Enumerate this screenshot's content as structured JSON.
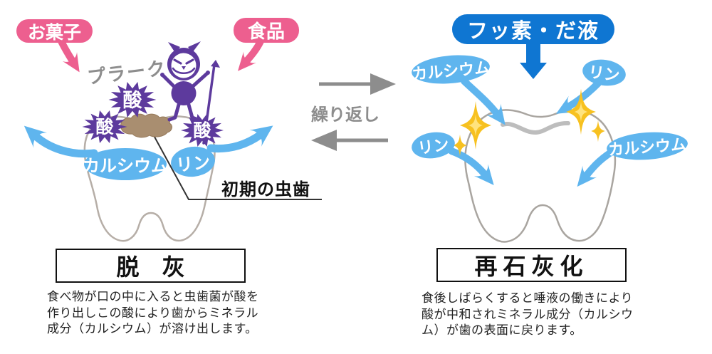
{
  "left_panel": {
    "sweets_bubble": "お菓子",
    "food_bubble": "食品",
    "plaque_label": "プラーク",
    "acid_label": "酸",
    "calcium_label": "カルシウム",
    "phosphorus_label": "リン",
    "early_cavity_label": "初期の虫歯",
    "title": "脱　灰",
    "description": "食べ物が口の中に入ると虫歯菌が酸を\n作り出しこの酸により歯からミネラル\n成分（カルシウム）が溶け出します。"
  },
  "center": {
    "repeat_label": "繰り返し"
  },
  "right_panel": {
    "fluoride_saliva_label": "フッ素・だ液",
    "calcium_top_label": "カルシウム",
    "phosphorus_top_label": "リン",
    "phosphorus_left_label": "リン",
    "calcium_right_label": "カルシウム",
    "title": "再石灰化",
    "description": "食後しばらくすると唾液の働きにより\n酸が中和されミネラル成分（カルシウ\nム）が歯の表面に戻ります。"
  },
  "icons": {
    "cavity_germ": "devil-character",
    "acid_burst": "starburst-shape",
    "sparkle": "four-point-star",
    "repeat_arrows": "left-right-gray-arrows",
    "tooth": "molar-outline"
  },
  "colors": {
    "pink": "#ed5f8f",
    "purple": "#5d3a9d",
    "light_blue": "#5fb5ee",
    "dark_blue": "#0f76d2",
    "gray": "#8d8d8d",
    "gold": "#f7c120",
    "brown": "#a98e70"
  }
}
